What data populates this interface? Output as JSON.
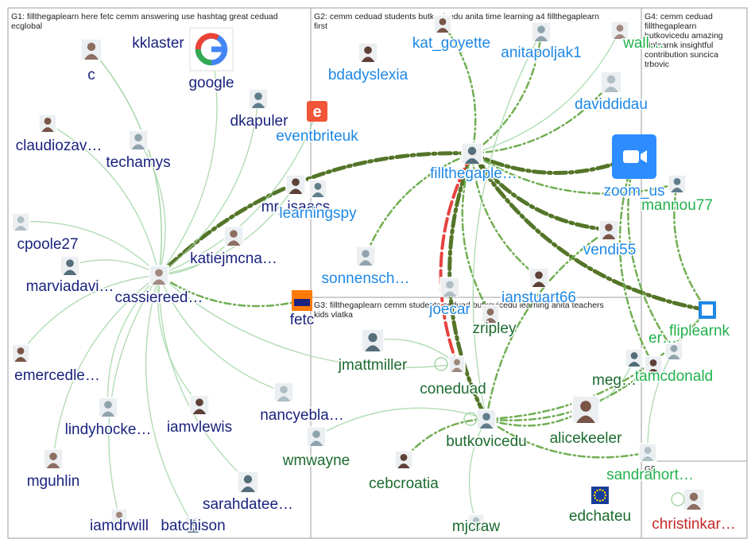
{
  "groups": [
    {
      "id": "G1",
      "label_lines": [
        "G1: fillthegaplearn here fetc cemm answering use hashtag great ceduad",
        "ecglobal"
      ]
    },
    {
      "id": "G2",
      "label_lines": [
        "G2: cemm ceduad students butkovicedu anita time learning a4 fillthegaplearn",
        "first"
      ]
    },
    {
      "id": "G3",
      "label_lines": [
        "G3: fillthegaplearn cemm students ceduad butkovicedu learning anita teachers",
        "kids vlatka"
      ]
    },
    {
      "id": "G4",
      "label_lines": [
        "G4: cemm ceduad",
        "fillthegaplearn",
        "butkovicedu amazing",
        "fliplearnk insightful",
        "contribution suncica",
        "trbovic"
      ]
    },
    {
      "id": "G5",
      "label_lines": [
        "G5"
      ]
    }
  ],
  "colors": {
    "g1_text": "#1a237e",
    "g2_text": "#1e88e5",
    "g3_text": "#1b6b2e",
    "g4_text": "#22b14c",
    "g5_text": "#c62828",
    "edge_light": "#a5d6a7",
    "edge_mid": "#6aaa4a",
    "edge_dark": "#4b6e1d",
    "edge_red": "#e53935",
    "border": "#9e9e9e"
  },
  "nodes": [
    {
      "id": "kklaster",
      "label": "kklaster",
      "group": "G1",
      "icon": "avatar-photo"
    },
    {
      "id": "c",
      "label": "c",
      "group": "G1",
      "icon": "avatar-photo"
    },
    {
      "id": "google",
      "label": "google",
      "group": "G1",
      "icon": "google-logo"
    },
    {
      "id": "dkapuler",
      "label": "dkapuler",
      "group": "G1",
      "icon": "avatar-photo"
    },
    {
      "id": "claudiozav",
      "label": "claudiozav…",
      "group": "G1",
      "icon": "avatar-photo"
    },
    {
      "id": "techamys",
      "label": "techamys",
      "group": "G1",
      "icon": "avatar-photo"
    },
    {
      "id": "mr_isaacs",
      "label": "mr_isaacs",
      "group": "G1",
      "icon": "avatar-photo"
    },
    {
      "id": "cpoole27",
      "label": "cpoole27",
      "group": "G1",
      "icon": "avatar-photo"
    },
    {
      "id": "katiejmcna",
      "label": "katiejmcna…",
      "group": "G1",
      "icon": "avatar-photo"
    },
    {
      "id": "marviadavi",
      "label": "marviadavi…",
      "group": "G1",
      "icon": "avatar-photo"
    },
    {
      "id": "cassiereed",
      "label": "cassiereed…",
      "group": "G1",
      "icon": "avatar-photo"
    },
    {
      "id": "fetc",
      "label": "fetc",
      "group": "G1",
      "icon": "fetc-logo"
    },
    {
      "id": "emercedle",
      "label": "emercedle…",
      "group": "G1",
      "icon": "avatar-photo"
    },
    {
      "id": "lindyhocke",
      "label": "lindyhocke…",
      "group": "G1",
      "icon": "avatar-photo"
    },
    {
      "id": "iamvlewis",
      "label": "iamvlewis",
      "group": "G1",
      "icon": "avatar-photo"
    },
    {
      "id": "nancyebla",
      "label": "nancyebla…",
      "group": "G1",
      "icon": "avatar-photo"
    },
    {
      "id": "mguhlin",
      "label": "mguhlin",
      "group": "G1",
      "icon": "avatar-photo"
    },
    {
      "id": "sarahdatee",
      "label": "sarahdatee…",
      "group": "G1",
      "icon": "avatar-photo"
    },
    {
      "id": "iamdrwill",
      "label": "iamdrwill",
      "group": "G1",
      "icon": "avatar-photo"
    },
    {
      "id": "batchison",
      "label": "batchison",
      "group": "G1",
      "icon": "avatar-photo"
    },
    {
      "id": "kat_goyette",
      "label": "kat_goyette",
      "group": "G2",
      "icon": "avatar-photo"
    },
    {
      "id": "anitapoljak1",
      "label": "anitapoljak1",
      "group": "G2",
      "icon": "avatar-photo"
    },
    {
      "id": "bdadyslexia",
      "label": "bdadyslexia",
      "group": "G2",
      "icon": "avatar-photo"
    },
    {
      "id": "daviddidau",
      "label": "daviddidau",
      "group": "G2",
      "icon": "avatar-photo"
    },
    {
      "id": "eventbriteuk",
      "label": "eventbriteuk",
      "group": "G2",
      "icon": "eventbrite-logo"
    },
    {
      "id": "fillthegaple",
      "label": "fillthegaple…",
      "group": "G2",
      "icon": "avatar-photo"
    },
    {
      "id": "zoom_us",
      "label": "zoom_us",
      "group": "G2",
      "icon": "zoom-logo"
    },
    {
      "id": "learningspy",
      "label": "learningspy",
      "group": "G2",
      "icon": "avatar-photo"
    },
    {
      "id": "vendi55",
      "label": "vendi55",
      "group": "G2",
      "icon": "avatar-photo"
    },
    {
      "id": "sonnensch",
      "label": "sonnensch…",
      "group": "G2",
      "icon": "avatar-photo"
    },
    {
      "id": "ianstuart66",
      "label": "ianstuart66",
      "group": "G2",
      "icon": "avatar-photo"
    },
    {
      "id": "joecar",
      "label": "joecar",
      "group": "G2",
      "icon": "avatar-photo"
    },
    {
      "id": "zripley",
      "label": "zripley",
      "group": "G3",
      "icon": "avatar-photo"
    },
    {
      "id": "jmattmiller",
      "label": "jmattmiller",
      "group": "G3",
      "icon": "avatar-photo"
    },
    {
      "id": "coneduad",
      "label": "coneduad",
      "group": "G3",
      "icon": "avatar-photo"
    },
    {
      "id": "butkovicedu",
      "label": "butkovicedu",
      "group": "G3",
      "icon": "avatar-photo"
    },
    {
      "id": "alicekeeler",
      "label": "alicekeeler",
      "group": "G3",
      "icon": "avatar-photo"
    },
    {
      "id": "wmwayne",
      "label": "wmwayne",
      "group": "G3",
      "icon": "avatar-photo"
    },
    {
      "id": "cebcroatia",
      "label": "cebcroatia",
      "group": "G3",
      "icon": "avatar-photo"
    },
    {
      "id": "mjcraw",
      "label": "mjcraw",
      "group": "G3",
      "icon": "avatar-photo"
    },
    {
      "id": "edchateu",
      "label": "edchateu",
      "group": "G3",
      "icon": "eu-flag"
    },
    {
      "id": "meg",
      "label": "meg…",
      "group": "G3",
      "icon": "avatar-photo"
    },
    {
      "id": "wallace",
      "label": "wall…",
      "group": "G4",
      "icon": "avatar-photo"
    },
    {
      "id": "mannou77",
      "label": "mannou77",
      "group": "G4",
      "icon": "avatar-photo"
    },
    {
      "id": "fliplearnk",
      "label": "fliplearnk",
      "group": "G4",
      "icon": "fliplearn-logo"
    },
    {
      "id": "er",
      "label": "er…",
      "group": "G4",
      "icon": "avatar-photo"
    },
    {
      "id": "tamcdonald",
      "label": "tamcdonald",
      "group": "G4",
      "icon": "avatar-photo"
    },
    {
      "id": "sandrahort",
      "label": "sandrahort…",
      "group": "G4",
      "icon": "avatar-photo"
    },
    {
      "id": "christinkar",
      "label": "christinkar…",
      "group": "G5",
      "icon": "avatar-photo"
    }
  ],
  "edges": [
    {
      "from": "fillthegaple",
      "to": "cassiereed",
      "style": "dark"
    },
    {
      "from": "fillthegaple",
      "to": "zoom_us",
      "style": "dark"
    },
    {
      "from": "fillthegaple",
      "to": "butkovicedu",
      "style": "dark"
    },
    {
      "from": "fillthegaple",
      "to": "vendi55",
      "style": "dark"
    },
    {
      "from": "fillthegaple",
      "to": "fliplearnk",
      "style": "dark"
    },
    {
      "from": "fillthegaple",
      "to": "daviddidau",
      "style": "mid"
    },
    {
      "from": "fillthegaple",
      "to": "anitapoljak1",
      "style": "mid"
    },
    {
      "from": "fillthegaple",
      "to": "kat_goyette",
      "style": "mid"
    },
    {
      "from": "fillthegaple",
      "to": "sonnensch",
      "style": "mid"
    },
    {
      "from": "fillthegaple",
      "to": "ianstuart66",
      "style": "mid"
    },
    {
      "from": "fillthegaple",
      "to": "coneduad",
      "style": "red"
    },
    {
      "from": "fillthegaple",
      "to": "zripley",
      "style": "mid"
    },
    {
      "from": "fillthegaple",
      "to": "mannou77",
      "style": "mid"
    },
    {
      "from": "fillthegaple",
      "to": "wallace",
      "style": "light"
    },
    {
      "from": "zoom_us",
      "to": "er",
      "style": "mid"
    },
    {
      "from": "zoom_us",
      "to": "tamcdonald",
      "style": "mid"
    },
    {
      "from": "butkovicedu",
      "to": "alicekeeler",
      "style": "mid"
    },
    {
      "from": "butkovicedu",
      "to": "cebcroatia",
      "style": "mid"
    },
    {
      "from": "butkovicedu",
      "to": "sandrahort",
      "style": "mid"
    },
    {
      "from": "butkovicedu",
      "to": "fliplearnk",
      "style": "mid"
    },
    {
      "from": "butkovicedu",
      "to": "tamcdonald",
      "style": "mid"
    },
    {
      "from": "butkovicedu",
      "to": "wmwayne",
      "style": "light"
    },
    {
      "from": "butkovicedu",
      "to": "mjcraw",
      "style": "light"
    },
    {
      "from": "coneduad",
      "to": "jmattmiller",
      "style": "light"
    },
    {
      "from": "vendi55",
      "to": "butkovicedu",
      "style": "mid"
    },
    {
      "from": "cassiereed",
      "to": "fetc",
      "style": "mid"
    },
    {
      "from": "cassiereed",
      "to": "kklaster",
      "style": "light"
    },
    {
      "from": "cassiereed",
      "to": "c",
      "style": "light"
    },
    {
      "from": "cassiereed",
      "to": "google",
      "style": "light"
    },
    {
      "from": "cassiereed",
      "to": "dkapuler",
      "style": "light"
    },
    {
      "from": "cassiereed",
      "to": "claudiozav",
      "style": "light"
    },
    {
      "from": "cassiereed",
      "to": "techamys",
      "style": "light"
    },
    {
      "from": "cassiereed",
      "to": "mr_isaacs",
      "style": "light"
    },
    {
      "from": "cassiereed",
      "to": "cpoole27",
      "style": "light"
    },
    {
      "from": "cassiereed",
      "to": "katiejmcna",
      "style": "light"
    },
    {
      "from": "cassiereed",
      "to": "marviadavi",
      "style": "light"
    },
    {
      "from": "cassiereed",
      "to": "emercedle",
      "style": "light"
    },
    {
      "from": "cassiereed",
      "to": "lindyhocke",
      "style": "light"
    },
    {
      "from": "cassiereed",
      "to": "iamvlewis",
      "style": "light"
    },
    {
      "from": "cassiereed",
      "to": "nancyebla",
      "style": "light"
    },
    {
      "from": "cassiereed",
      "to": "mguhlin",
      "style": "light"
    },
    {
      "from": "cassiereed",
      "to": "sarahdatee",
      "style": "light"
    },
    {
      "from": "cassiereed",
      "to": "iamdrwill",
      "style": "light"
    },
    {
      "from": "cassiereed",
      "to": "batchison",
      "style": "light"
    },
    {
      "from": "cassiereed",
      "to": "eventbriteuk",
      "style": "light"
    },
    {
      "from": "cassiereed",
      "to": "coneduad",
      "style": "light"
    },
    {
      "from": "alicekeeler",
      "to": "meg",
      "style": "light"
    },
    {
      "from": "fliplearnk",
      "to": "sandrahort",
      "style": "light"
    },
    {
      "from": "mannou77",
      "to": "fliplearnk",
      "style": "mid"
    },
    {
      "from": "anitapoljak1",
      "to": "butkovicedu",
      "style": "light"
    }
  ]
}
